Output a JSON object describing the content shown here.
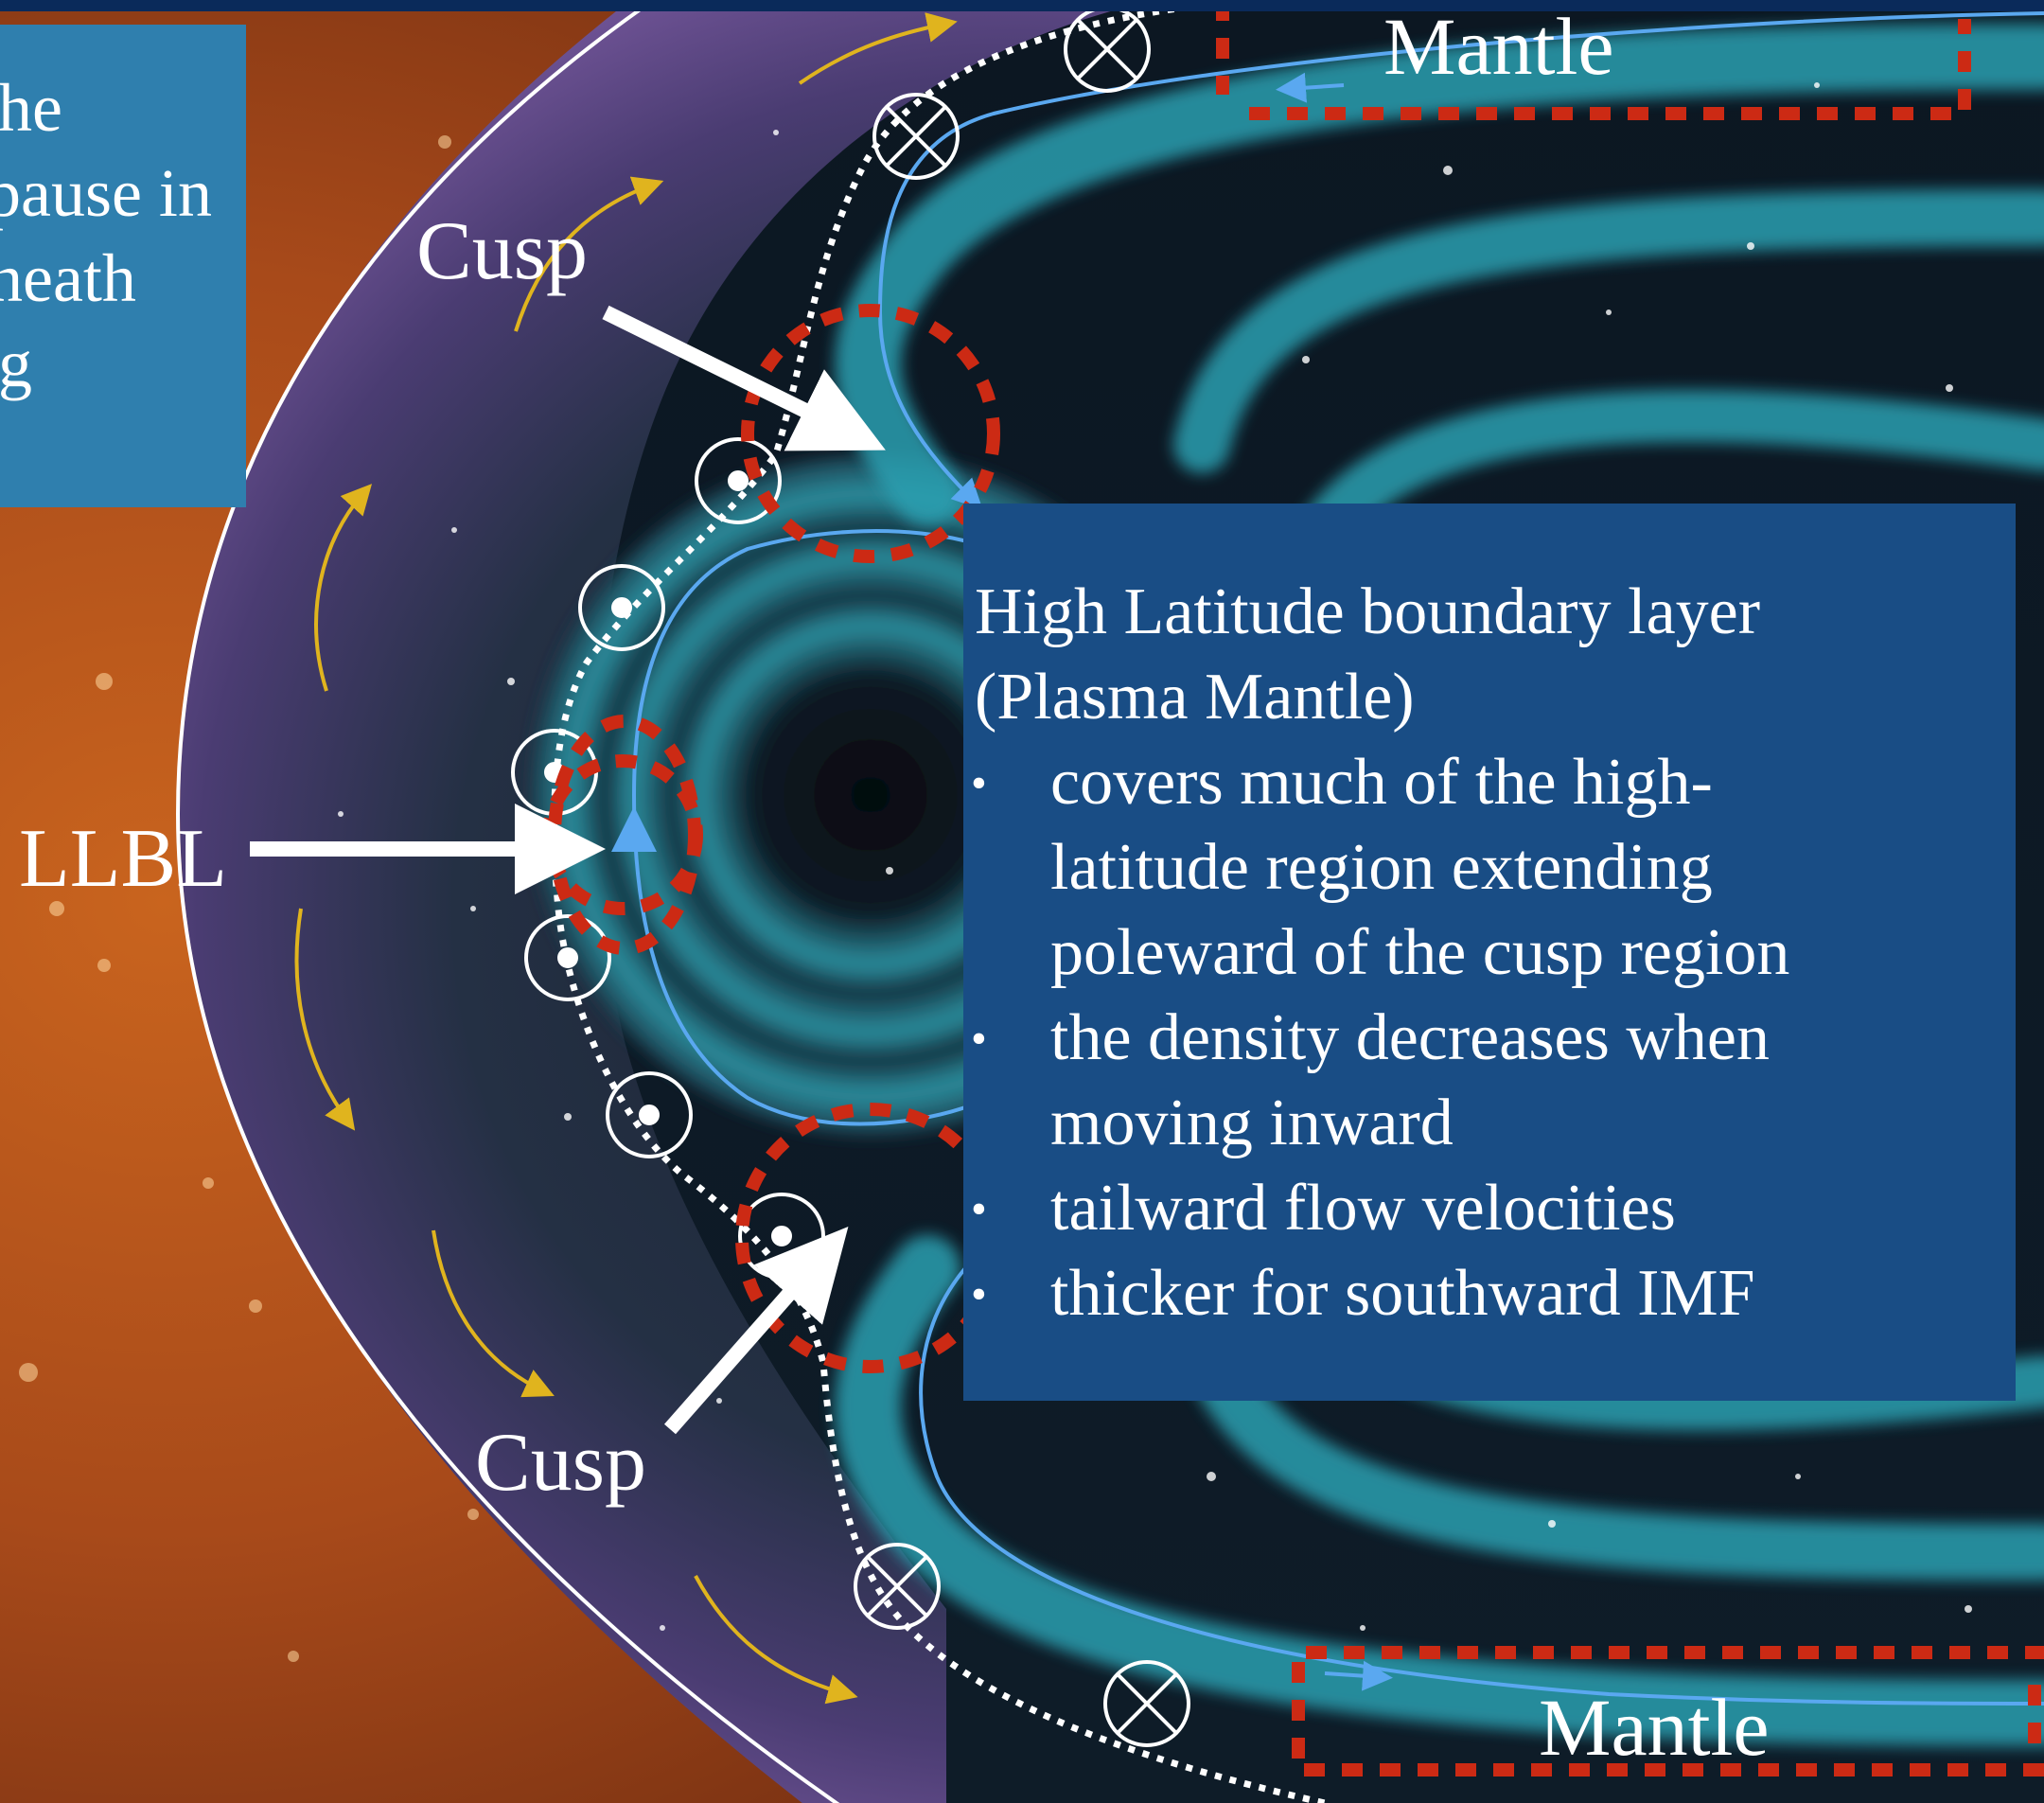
{
  "left_panel": {
    "lines": [
      "he",
      "pause in",
      "heath",
      "g"
    ]
  },
  "labels": {
    "mantle_top": "Mantle",
    "mantle_bottom": "Mantle",
    "cusp_top": "Cusp",
    "cusp_bottom": "Cusp",
    "llbl": "LLBL"
  },
  "info_box": {
    "title_line1": "High Latitude boundary layer",
    "title_line2": "(Plasma Mantle)",
    "bullet_glyph": "•",
    "bullets": [
      {
        "lines": [
          "covers much of the high-",
          "latitude region extending",
          "poleward of the cusp region"
        ]
      },
      {
        "lines": [
          "the density decreases when",
          "moving inward"
        ]
      },
      {
        "lines": [
          "tailward flow velocities"
        ]
      },
      {
        "lines": [
          "thicker for southward IMF"
        ]
      }
    ]
  },
  "colors": {
    "background_orange": "#b5521c",
    "magnetosheath_purple": "#5a3a7a",
    "magnetosphere_dark": "#0c1722",
    "plasma_band_teal": "#2a9fb0",
    "field_line_blue": "#5aa8f0",
    "boundary_marker_red": "#cc2a14",
    "flow_arrow_yellow": "#e0b41e",
    "left_panel_blue": "#2f7fae",
    "info_box_blue": "#194d85",
    "text_white": "#ffffff"
  }
}
